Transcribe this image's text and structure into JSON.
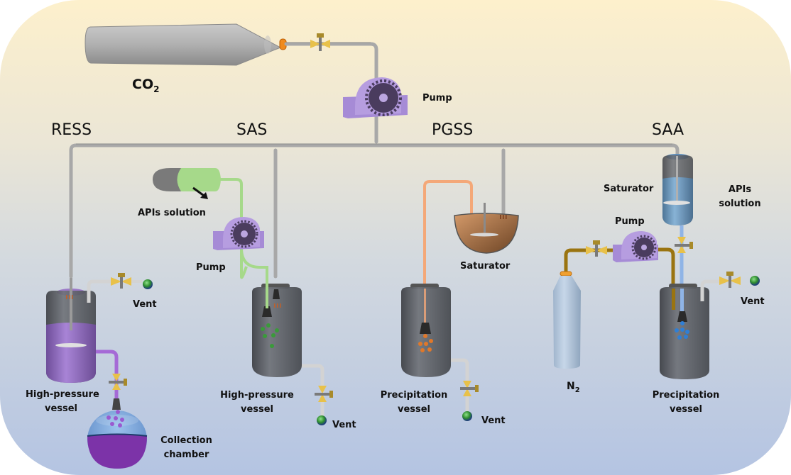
{
  "diagram": {
    "title": "Supercritical fluid particle formation processes",
    "source": {
      "label_main": "CO",
      "label_sub": "2"
    },
    "sections": [
      {
        "id": "ress",
        "label": "RESS"
      },
      {
        "id": "sas",
        "label": "SAS"
      },
      {
        "id": "pgss",
        "label": "PGSS"
      },
      {
        "id": "saa",
        "label": "SAA"
      }
    ],
    "labels": {
      "main_pump": "Pump",
      "ress_vessel_line1": "High-pressure",
      "ress_vessel_line2": "vessel",
      "ress_vent": "Vent",
      "ress_collection_line1": "Collection",
      "ress_collection_line2": "chamber",
      "sas_apis": "APIs solution",
      "sas_pump": "Pump",
      "sas_vessel_line1": "High-pressure",
      "sas_vessel_line2": "vessel",
      "sas_vent": "Vent",
      "pgss_saturator": "Saturator",
      "pgss_vessel_line1": "Precipitation",
      "pgss_vessel_line2": "vessel",
      "pgss_vent": "Vent",
      "saa_saturator": "Saturator",
      "saa_apis_line1": "APIs",
      "saa_apis_line2": "solution",
      "saa_pump": "Pump",
      "saa_n2_main": "N",
      "saa_n2_sub": "2",
      "saa_vessel_line1": "Precipitation",
      "saa_vessel_line2": "vessel",
      "saa_vent": "Vent"
    },
    "colors": {
      "pipe": "#a8a8a8",
      "pump": "#a68bd6",
      "gear": "#4a3c5e",
      "valve": "#e8c14a",
      "ress_fluid": "#8a5cc0",
      "sas_line": "#a6d98a",
      "pgss_line": "#f4a878",
      "saa_line": "#8fb4e6",
      "n2_line": "#9a7410",
      "vent_ball": "#3aa23a",
      "particle_green": "#3a9a3a",
      "particle_orange": "#e0782a",
      "particle_blue": "#2f7fd6",
      "particle_purple": "#9a5ad0"
    }
  }
}
